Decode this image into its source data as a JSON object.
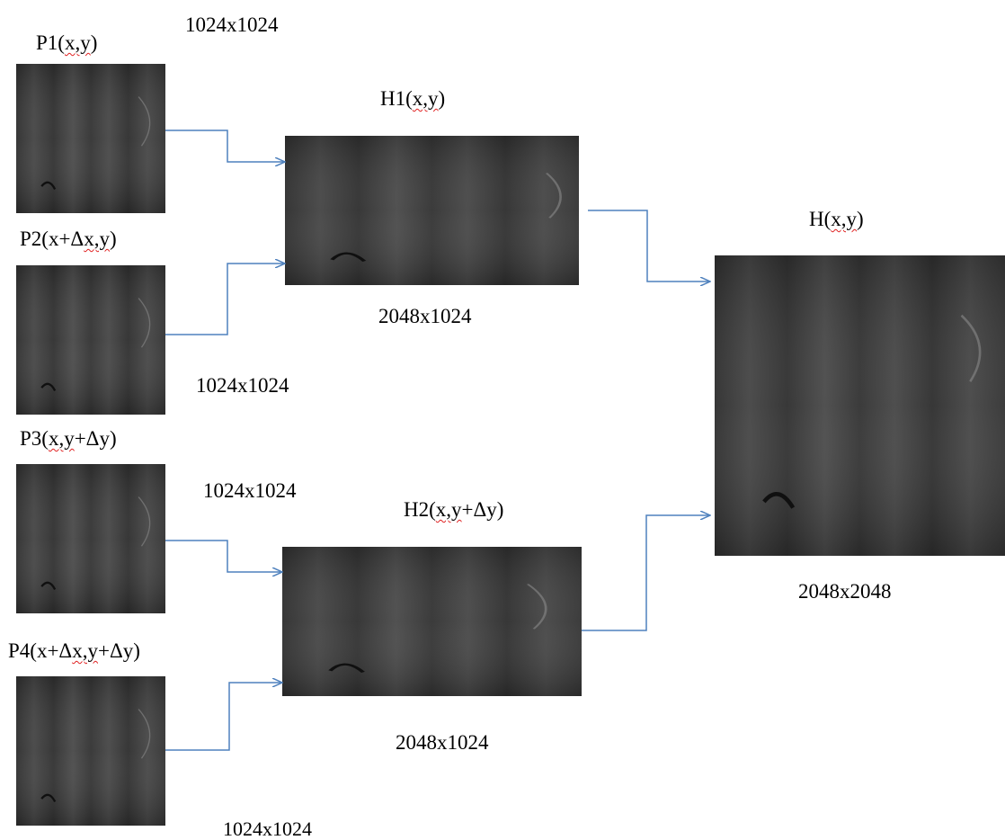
{
  "nodes": {
    "p1": {
      "label_main": "P1(",
      "label_var": "x,y",
      "label_end": ")",
      "size": "1024x1024"
    },
    "p2": {
      "label_main": "P2(x+Δ",
      "label_var": "x,y",
      "label_end": ")",
      "size": "1024x1024"
    },
    "p3": {
      "label_main": "P3(",
      "label_var": "x,y",
      "label_end": "+Δy)",
      "size": "1024x1024"
    },
    "p4": {
      "label_main": "P4(x+Δ",
      "label_var": "x,y",
      "label_end": "+Δy)",
      "size": "1024x1024"
    },
    "h1": {
      "label_main": "H1(",
      "label_var": "x,y",
      "label_end": ")",
      "size": "2048x1024"
    },
    "h2": {
      "label_main": "H2(",
      "label_var": "x,y",
      "label_end": "+Δy)",
      "size": "2048x1024"
    },
    "h": {
      "label_main": "H(",
      "label_var": "x,y",
      "label_end": ")",
      "size": "2048x2048"
    }
  },
  "colors": {
    "arrow": "#4f81bd",
    "spellcheck": "#e02020",
    "image_base": "#3a3a3a"
  }
}
